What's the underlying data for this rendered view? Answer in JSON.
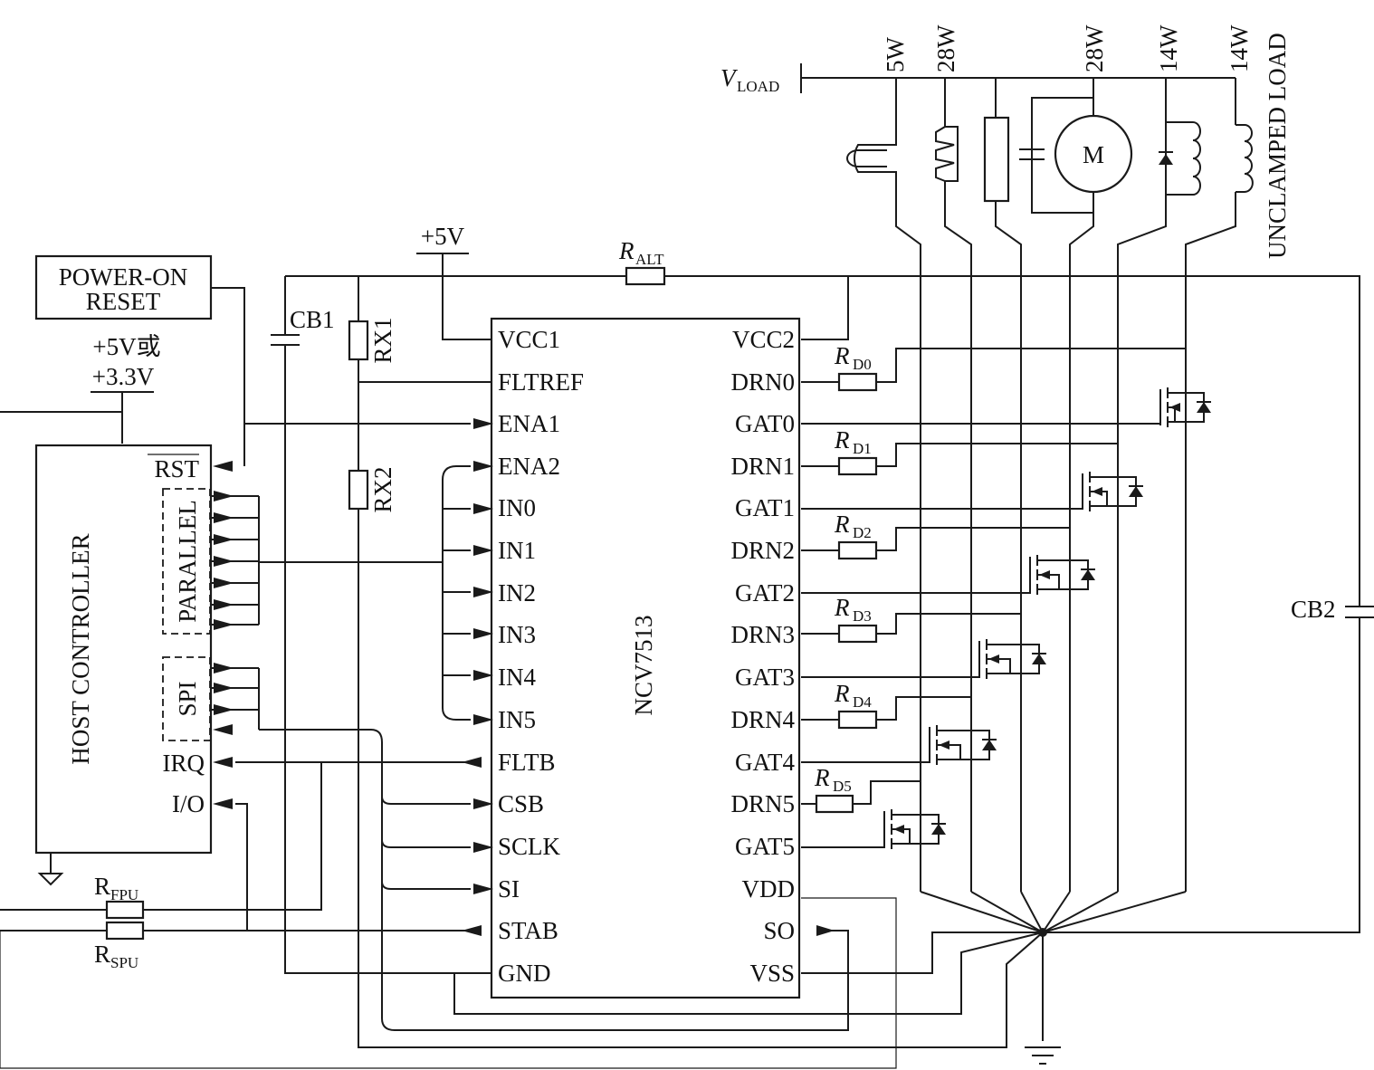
{
  "chip": {
    "name": "NCV7513",
    "left_pins": [
      "VCC1",
      "FLTREF",
      "ENA1",
      "ENA2",
      "IN0",
      "IN1",
      "IN2",
      "IN3",
      "IN4",
      "IN5",
      "FLTB",
      "CSB",
      "SCLK",
      "SI",
      "STAB",
      "GND"
    ],
    "right_pins": [
      "VCC2",
      "DRN0",
      "GAT0",
      "DRN1",
      "GAT1",
      "DRN2",
      "GAT2",
      "DRN3",
      "GAT3",
      "DRN4",
      "GAT4",
      "DRN5",
      "GAT5",
      "VDD",
      "SO",
      "VSS"
    ]
  },
  "host": {
    "title": "HOST CONTROLLER",
    "rst": "RST",
    "parallel": "PARALLEL",
    "spi": "SPI",
    "irq": "IRQ",
    "io": "I/O"
  },
  "por": {
    "line1": "POWER-ON",
    "line2": "RESET"
  },
  "supply": {
    "host_line1": "+5V或",
    "host_line2": "+3.3V",
    "plus5": "+5V",
    "vload_main": "V",
    "vload_sub": "LOAD"
  },
  "components": {
    "cb1": "CB1",
    "cb2": "CB2",
    "rx1": "RX1",
    "rx2": "RX2",
    "ralt_main": "R",
    "ralt_sub": "ALT",
    "rd_main": "R",
    "rd_subs": [
      "D0",
      "D1",
      "D2",
      "D3",
      "D4",
      "D5"
    ],
    "rfpu_main": "R",
    "rfpu_sub": "FPU",
    "rspu_main": "R",
    "rspu_sub": "SPU",
    "motor": "M"
  },
  "loads": {
    "watts": [
      "5W",
      "28W",
      "28W",
      "14W",
      "14W"
    ],
    "unclamped": "UNCLAMPED LOAD"
  }
}
